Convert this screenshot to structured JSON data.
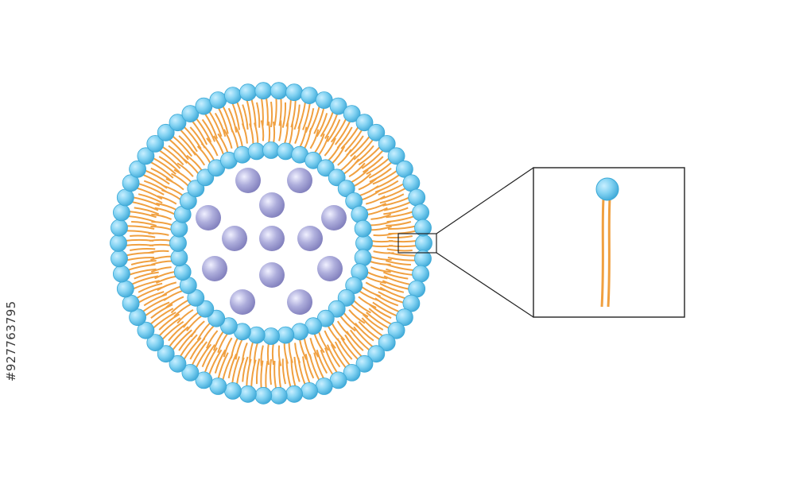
{
  "image_id_text": "#927763795",
  "colors": {
    "background": "#ffffff",
    "lipid_head": "#7cd0f0",
    "lipid_head_stroke": "#3aa8d6",
    "lipid_tail": "#f0a040",
    "core_particle": "#9c9ad0",
    "inset_border": "#222222"
  },
  "diagram": {
    "type": "liposome-cross-section",
    "components": [
      "outer-lipid-layer",
      "inner-lipid-layer",
      "encapsulated-particles",
      "zoom-inset-single-lipid"
    ]
  }
}
